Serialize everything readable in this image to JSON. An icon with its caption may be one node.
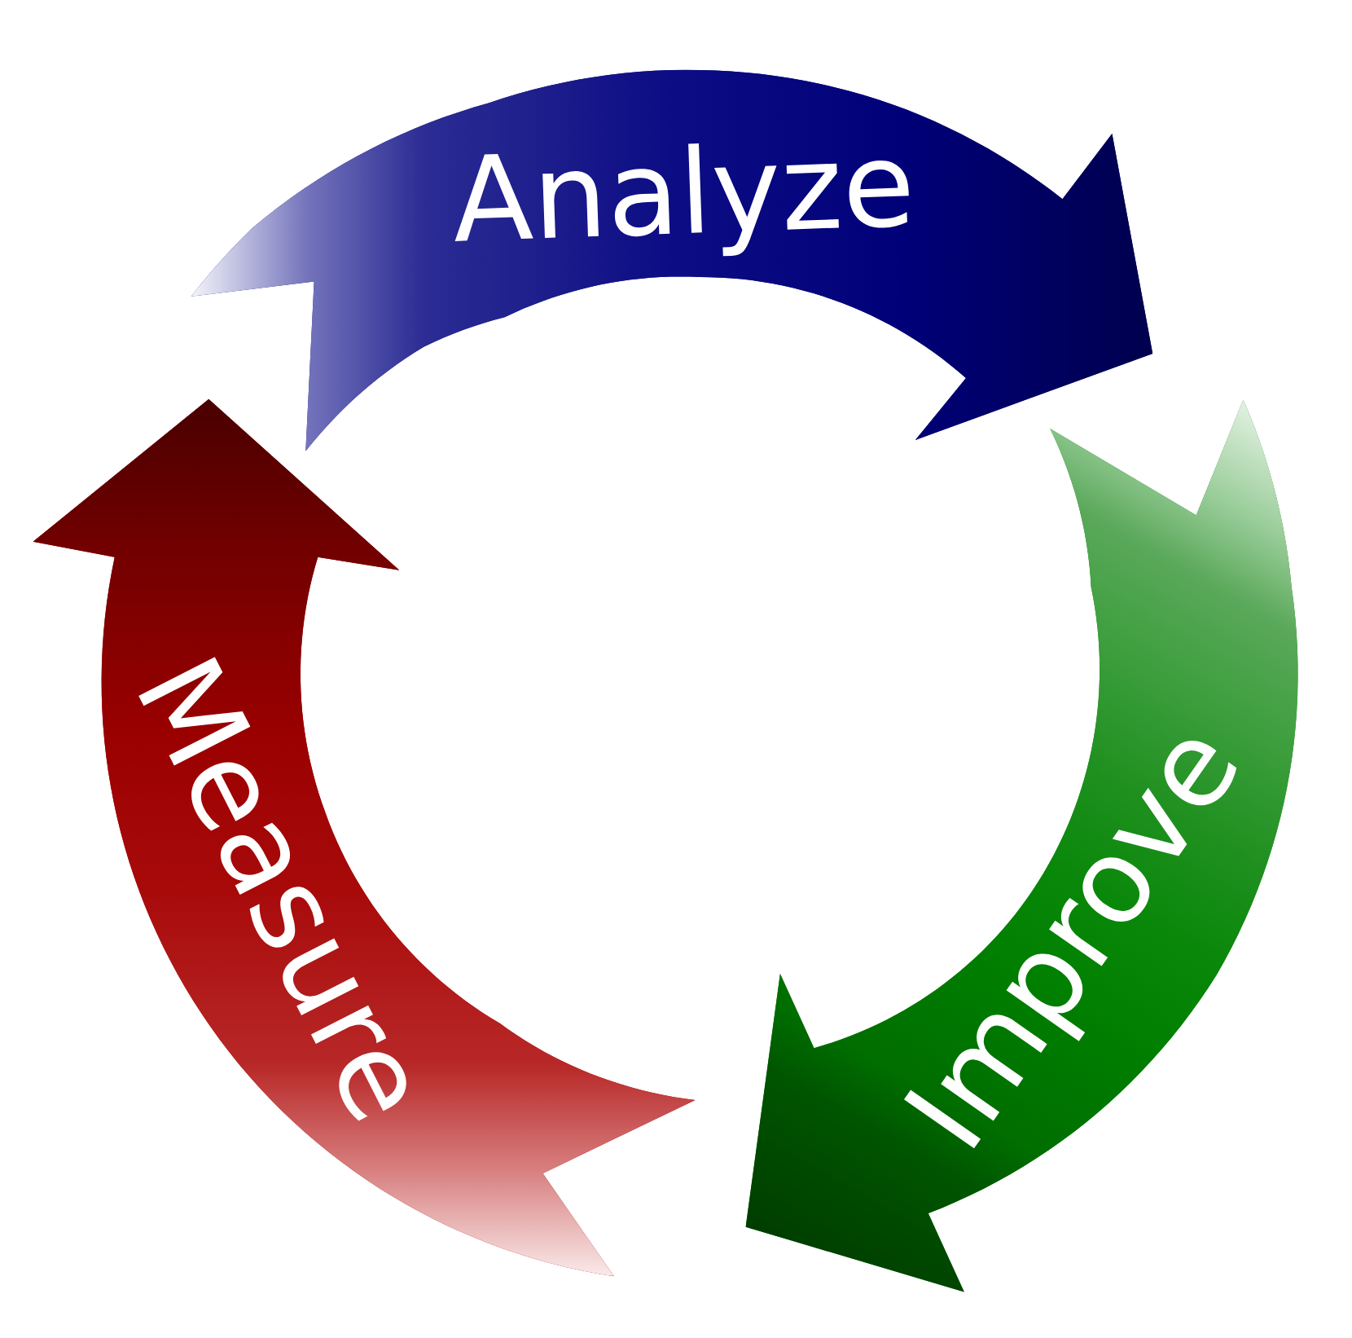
{
  "diagram": {
    "nodes": [
      {
        "text": [
          "Analyze"
        ]
      },
      {
        "text": [
          "Improve"
        ]
      },
      {
        "text": [
          "Measure"
        ]
      }
    ]
  }
}
